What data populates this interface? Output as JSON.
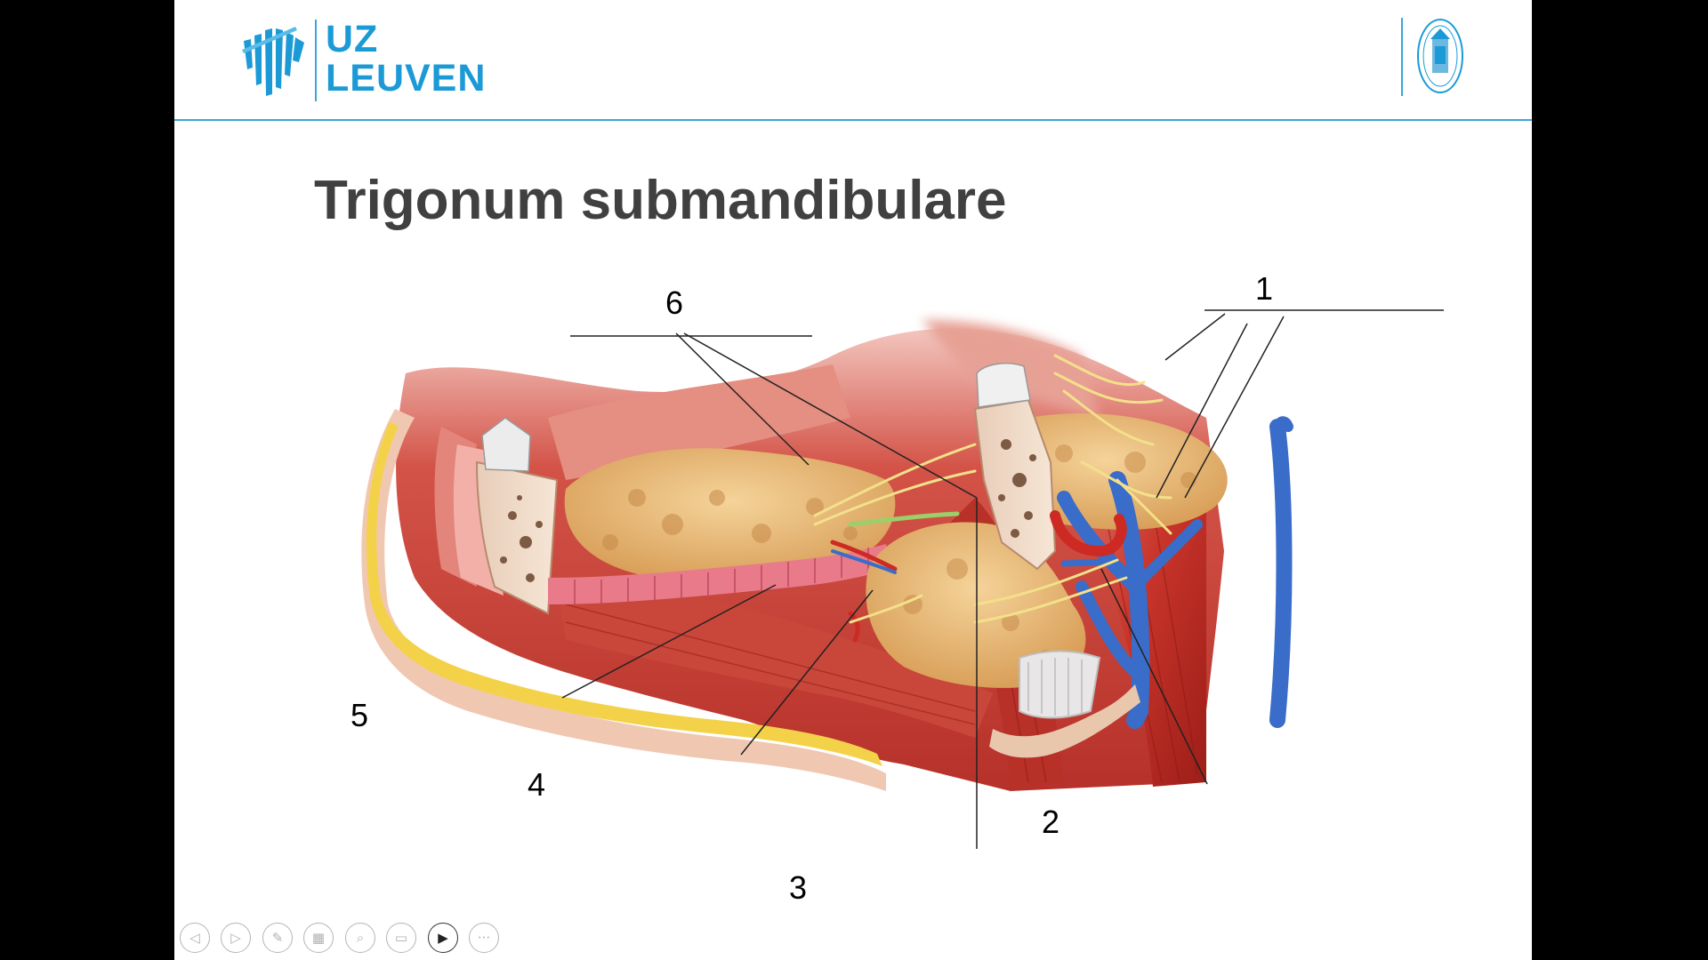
{
  "header": {
    "logo_line1": "UZ",
    "logo_line2": "LEUVEN",
    "brand_color": "#1b9ad6",
    "seal_icon": "ku-leuven-seal-icon"
  },
  "slide": {
    "title": "Trigonum submandibulare"
  },
  "figure": {
    "callouts": [
      "1",
      "2",
      "3",
      "4",
      "5",
      "6"
    ]
  },
  "toolbar": {
    "buttons": [
      {
        "name": "previous-slide-button",
        "icon": "arrow-left-icon",
        "glyph": "◁"
      },
      {
        "name": "next-slide-button",
        "icon": "arrow-right-icon",
        "glyph": "▷"
      },
      {
        "name": "pen-button",
        "icon": "pen-icon",
        "glyph": "✎"
      },
      {
        "name": "see-all-slides-button",
        "icon": "slides-grid-icon",
        "glyph": "▦"
      },
      {
        "name": "zoom-button",
        "icon": "magnifier-icon",
        "glyph": "⌕"
      },
      {
        "name": "subtitles-button",
        "icon": "subtitles-icon",
        "glyph": "▭"
      },
      {
        "name": "camera-button",
        "icon": "camera-icon",
        "glyph": "▶"
      },
      {
        "name": "more-options-button",
        "icon": "ellipsis-icon",
        "glyph": "···"
      }
    ]
  }
}
